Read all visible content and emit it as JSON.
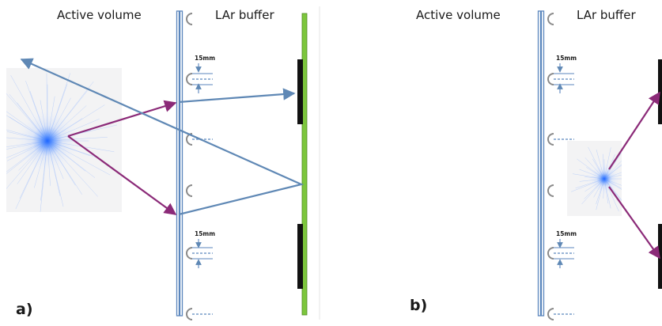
{
  "panel_a": {
    "tag": "a)",
    "active_volume_label": "Active volume",
    "buffer_label": "LAr buffer",
    "dimension_top": "15mm",
    "dimension_bottom": "15mm"
  },
  "panel_b": {
    "tag": "b)",
    "active_volume_label": "Active volume",
    "buffer_label": "LAr buffer",
    "dimension_top": "15mm",
    "dimension_bottom": "15mm"
  },
  "colors": {
    "photon_path_direct": "#8b2a78",
    "photon_path_reflected": "#5f88b5",
    "field_cage": "#5b86bd",
    "reflector": "#7cc63c",
    "photodetector": "#111111",
    "scintillation": "#3377ff"
  }
}
